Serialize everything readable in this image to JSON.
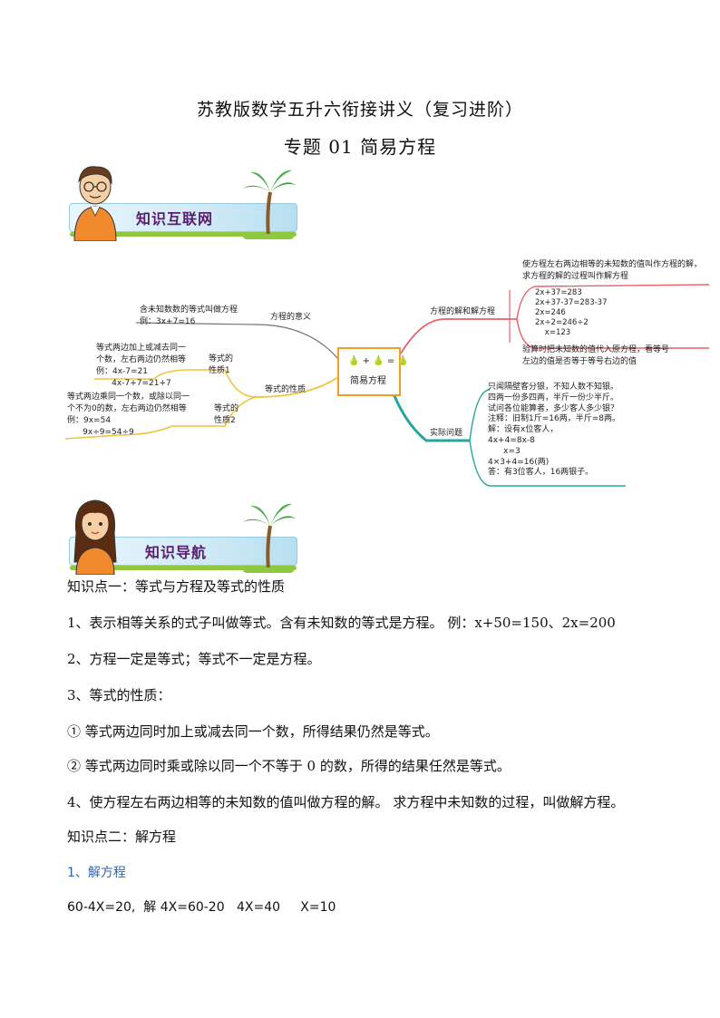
{
  "header": {
    "title": "苏教版数学五升六衔接讲义（复习进阶）",
    "subtitle": "专题 01  简易方程"
  },
  "banner1": {
    "label": "知识互联网"
  },
  "banner2": {
    "label": "知识导航"
  },
  "mindmap": {
    "center": "简易方程",
    "center_formula": "🍐 + 🍐 = 🍐",
    "branch_meaning": "方程的意义",
    "meaning_text": "含未知数数的等式叫做方程\n例：3x+7=16",
    "branch_property": "等式的性质",
    "prop1_label": "等式的\n性质1",
    "prop1_text": "等式两边加上或减去同一\n个数，左右两边仍然相等\n例：4x-7=21\n      4x-7+7=21+7",
    "prop2_label": "等式的\n性质2",
    "prop2_text": "等式两边乘同一个数，或除以同一\n个不为0的数，左右两边仍然相等\n例：9x=54\n      9x÷9=54÷9",
    "branch_solve": "方程的解和解方程",
    "solve_def": "使方程左右两边相等的未知数的值叫作方程的解，\n求方程的解的过程叫作解方程",
    "solve_steps": "2x+37=283\n2x+37-37=283-37\n2x=246\n2x÷2=246÷2\n    x=123",
    "check_text": "验算时把未知数的值代入原方程，看等号\n左边的值是否等于等号右边的值",
    "branch_practical": "实际问题",
    "practical_text": "只闻隔壁客分银，不知人数不知银。\n四两一份多四两，半斤一份少半斤。\n试问各位能算者，多少客人多少银？\n注释：旧制1斤=16两，半斤=8两。\n解：设有x位客人，\n4x+4=8x-8\n      x=3\n4×3+4=16(两)\n答：有3位客人，16两银子。"
  },
  "content": {
    "kp1_title": "知识点一：等式与方程及等式的性质",
    "kp1_1": "1、表示相等关系的式子叫做等式。含有未知数的等式是方程。 例：x+50=150、2x=200",
    "kp1_2": "2、方程一定是等式；等式不一定是方程。",
    "kp1_3": "3、等式的性质：",
    "kp1_3a": "① 等式两边同时加上或减去同一个数，所得结果仍然是等式。",
    "kp1_3b": "② 等式两边同时乘或除以同一个不等于 0 的数，所得的结果任然是等式。",
    "kp1_4": "4、使方程左右两边相等的未知数的值叫做方程的解。 求方程中未知数的过程，叫做解方程。",
    "kp2_title": "知识点二：解方程",
    "kp2_1": "1、解方程",
    "kp2_example": "60-4X=20,  解 4X=60-20   4X=40     X=10"
  }
}
